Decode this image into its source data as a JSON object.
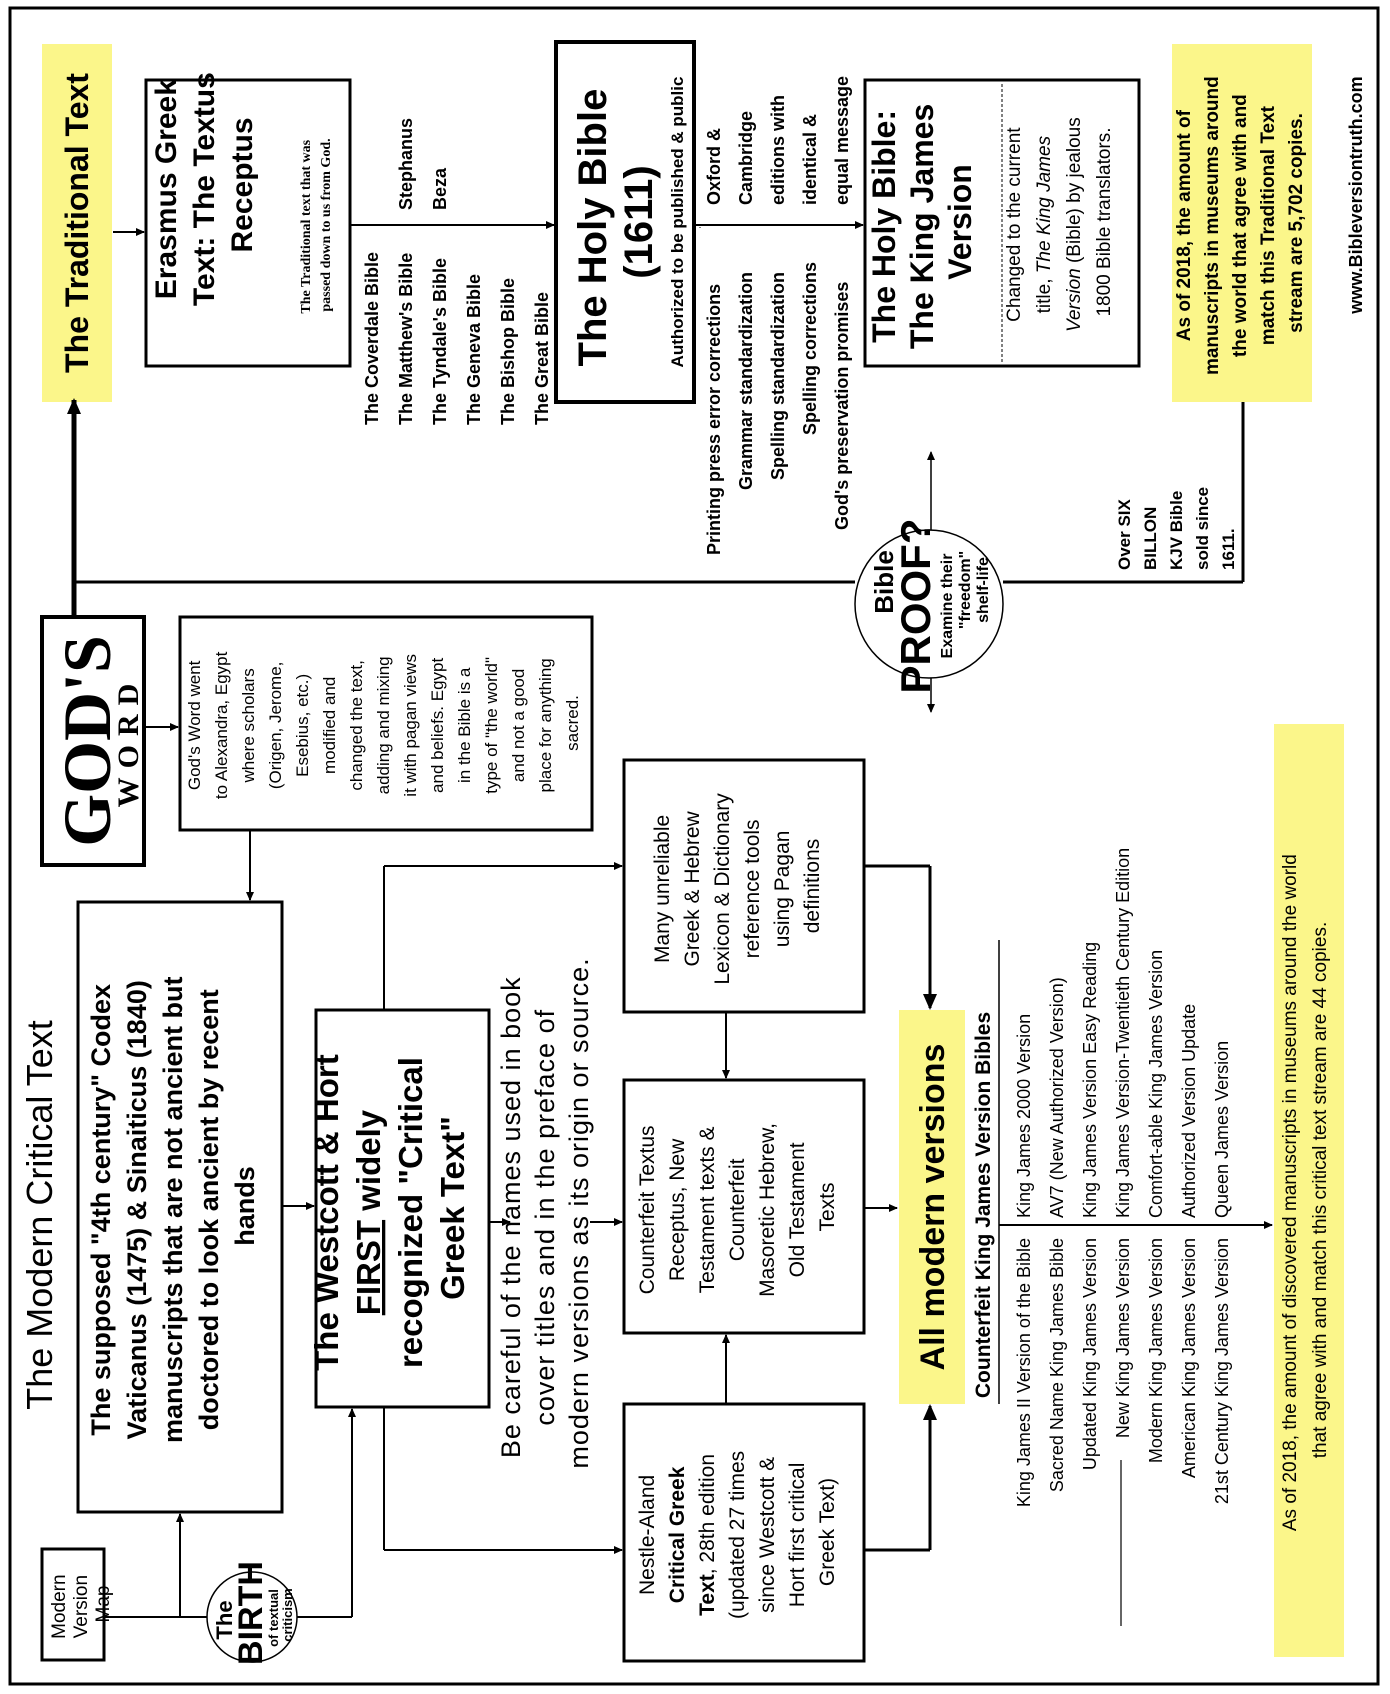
{
  "website": "www.Bibleversiontruth.com",
  "colors": {
    "highlight": "#fbf68a",
    "ink": "#000000",
    "circle_fill": "#ffffff"
  },
  "map_label": [
    "Modern",
    "Version",
    "Map"
  ],
  "gods_word": {
    "big": "GOD'S",
    "small": "WORD"
  },
  "traditional_text_title": "The Traditional Text",
  "modern_critical_title": "The Modern Critical Text",
  "erasmus": {
    "title": [
      "Erasmus Greek",
      "Text: The Textus",
      "Receptus"
    ],
    "note": [
      "The Traditional text that was",
      "passed down to us from God."
    ]
  },
  "early_bibles": [
    "The Coverdale Bible",
    "The Matthew's Bible",
    "The Tyndale's Bible",
    "The Geneva Bible",
    "The Bishop Bible",
    "The Great Bible"
  ],
  "scholars": [
    "Stephanus",
    "Beza"
  ],
  "holy_bible_1611": {
    "title": [
      "The Holy Bible",
      "(1611)"
    ],
    "subtitle": "Authorized to be published & public"
  },
  "corrections": [
    "Printing press error corrections",
    "Grammar standardization",
    "Spelling standardization",
    "Spelling corrections",
    "God's preservation promises"
  ],
  "oxford_cambridge": [
    "Oxford &",
    "Cambridge",
    "editions with",
    "identical &",
    "equal message"
  ],
  "kjv_box": {
    "title": [
      "The Holy Bible:",
      "The King James",
      "Version"
    ],
    "note_1": "Changed to the current",
    "note_2_pre": "title, ",
    "note_2_italic": "The King James",
    "note_3_italic": "Version",
    "note_3_post": " (Bible) by jealous",
    "note_4": "1800 Bible translators."
  },
  "traditional_stat": [
    "As of 2018, the amount of",
    "manuscripts in museums around",
    "the world that agree with and",
    "match this Traditional Text",
    "stream are 5,702 copies."
  ],
  "kjv_sold": [
    "Over SIX",
    "BILLON",
    "KJV Bible",
    "sold since",
    "1611."
  ],
  "bible_proof": {
    "line1": "Bible",
    "line2": "PROOF?",
    "line3": "Examine their",
    "line4": "\"freedom\"",
    "line5": "shelf-life"
  },
  "egypt_box": [
    "God's Word went",
    "to Alexandra, Egypt",
    "where scholars",
    "(Origen, Jerome,",
    "Esebius, etc.)",
    "modified and",
    "changed the text,",
    "adding and mixing",
    "it with pagan views",
    "and beliefs. Egypt",
    "in the Bible is a",
    "type of \"the world\"",
    "and not a good",
    "place for anything",
    "sacred."
  ],
  "codex_box": [
    "The supposed \"4th century\" Codex",
    "Vaticanus (1475) & Sinaiticus (1840)",
    "manuscripts that are not ancient but",
    "doctored to look ancient by recent",
    "hands"
  ],
  "birth": {
    "the": "The",
    "birth": "BIRTH",
    "of": "of textual",
    "criticism": "criticism"
  },
  "westcott_hort": {
    "line1": "The Westcott & Hort",
    "line2_u": "FIRST",
    "line2_rest": " widely",
    "line3": "recognized \"Critical",
    "line4": "Greek Text\""
  },
  "be_careful": [
    "Be careful of the names used in book",
    "cover titles and in the preface of",
    "modern versions as its origin or source."
  ],
  "lexicon_box": [
    "Many unreliable",
    "Greek & Hebrew",
    "Lexicon & Dictionary",
    "reference tools",
    "using Pagan",
    "definitions"
  ],
  "counterfeit_box": [
    "Counterfeit Textus",
    "Receptus, New",
    "Testament texts  &",
    "Counterfeit",
    "Masoretic Hebrew,",
    "Old Testament",
    "Texts"
  ],
  "nestle_box": {
    "line1": "Nestle-Aland",
    "line2": "Critical Greek",
    "line3_bold": "Text",
    "line3_rest": ", 28th edition",
    "line4": "(updated 27 times",
    "line5": "since Westcott &",
    "line6": "Hort first critical",
    "line7": "Greek Text)"
  },
  "all_modern": "All modern versions",
  "counterfeit_kjv_title": "Counterfeit King James Version Bibles",
  "counterfeit_kjv_left": [
    "King James II Version of the Bible",
    "Sacred Name King James Bible",
    "Updated King James Version",
    "New King James Version",
    "Modern King James Version",
    "American King James Version",
    "21st Century King James Version"
  ],
  "counterfeit_kjv_right": [
    "King James 2000 Version",
    "AV7 (New Authorized Version)",
    "King James Version Easy Reading",
    "King James Version-Twentieth  Century Edition",
    "Comfort-able King James Version",
    "Authorized Version Update",
    "Queen James Version"
  ],
  "critical_stat": [
    "As of 2018, the amount of discovered manuscripts in museums around the world",
    "that agree with and match this critical text stream are 44 copies."
  ]
}
